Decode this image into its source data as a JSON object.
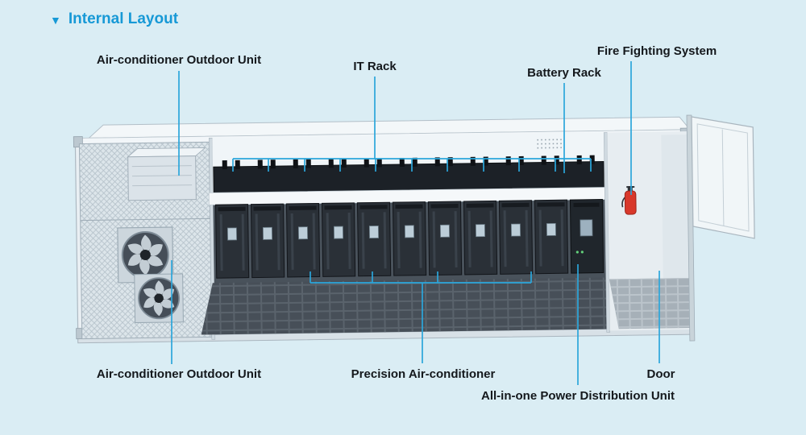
{
  "page": {
    "title_marker": "▼",
    "title": "Internal Layout"
  },
  "labels": {
    "ac_outdoor_top": "Air-conditioner Outdoor Unit",
    "it_rack": "IT Rack",
    "battery_rack": "Battery Rack",
    "fire_fighting_system": "Fire Fighting System",
    "ac_outdoor_bottom": "Air-conditioner Outdoor Unit",
    "precision_ac": "Precision Air-conditioner",
    "pdu": "All-in-one Power Distribution Unit",
    "door": "Door"
  },
  "colors": {
    "background": "#daedf4",
    "accent_blue": "#1799d6",
    "leader_line": "#2ba6db",
    "label_text": "#14181c",
    "extinguisher_red": "#d8382b",
    "rack_dark": "#2a3037",
    "floor_dark": "#474f58"
  }
}
